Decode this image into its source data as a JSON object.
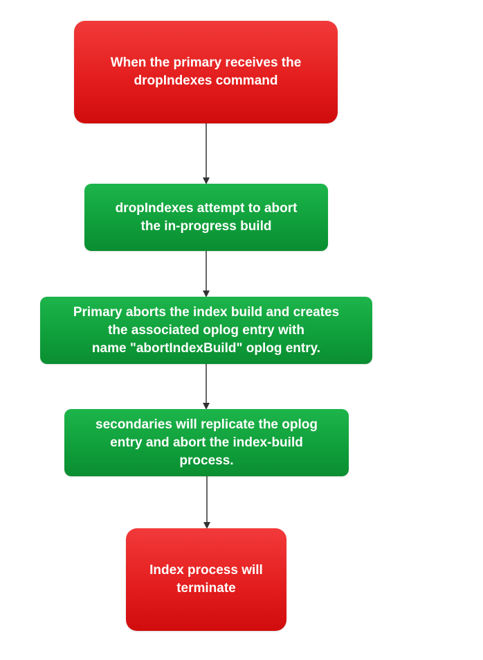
{
  "diagram": {
    "nodes": [
      {
        "id": "b1",
        "text": "When the primary receives the\ndropIndexes command",
        "color": "#e41e1e"
      },
      {
        "id": "b2",
        "text": "dropIndexes attempt to abort\nthe in-progress build",
        "color": "#0f9e3a"
      },
      {
        "id": "b3",
        "text": "Primary aborts the index build and creates\nthe associated oplog entry with\nname \"abortIndexBuild\" oplog entry.",
        "color": "#0f9e3a"
      },
      {
        "id": "b4",
        "text": "secondaries will replicate the oplog\nentry and abort the index-build\nprocess.",
        "color": "#0f9e3a"
      },
      {
        "id": "b5",
        "text": "Index process will\nterminate",
        "color": "#e41e1e"
      }
    ],
    "edges": [
      {
        "from": "b1",
        "to": "b2"
      },
      {
        "from": "b2",
        "to": "b3"
      },
      {
        "from": "b3",
        "to": "b4"
      },
      {
        "from": "b4",
        "to": "b5"
      }
    ],
    "arrow_color": "#333333"
  }
}
